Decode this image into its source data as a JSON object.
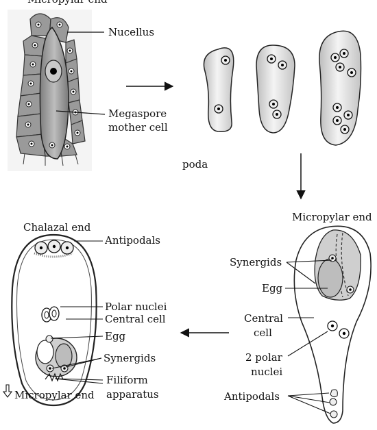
{
  "labels": {
    "top_cut": "Micropylar end",
    "nucellus": "Nucellus",
    "mmc_line1": "Megaspore",
    "mmc_line2": "mother cell",
    "poda": "poda",
    "micropylar_end_right": "Micropylar end",
    "synergids_right": "Synergids",
    "egg_right": "Egg",
    "central_cell_line1": "Central",
    "central_cell_line2": "cell",
    "polar_line1": "2 polar",
    "polar_line2": "nuclei",
    "antipodals_right": "Antipodals",
    "chalazal_end": "Chalazal end",
    "antipodals_left": "Antipodals",
    "polar_nuclei": "Polar nuclei",
    "central_cell": "Central cell",
    "egg_left": "Egg",
    "synergids_left": "Synergids",
    "filiform_line1": "Filiform",
    "filiform_line2": "apparatus",
    "micropylar_end_bottom": "Micropylar end"
  },
  "colors": {
    "cell_fill": "#cfcfcf",
    "cell_light": "#f2f2f2",
    "outline": "#222222",
    "photo_bg": "#f4f4f4"
  }
}
